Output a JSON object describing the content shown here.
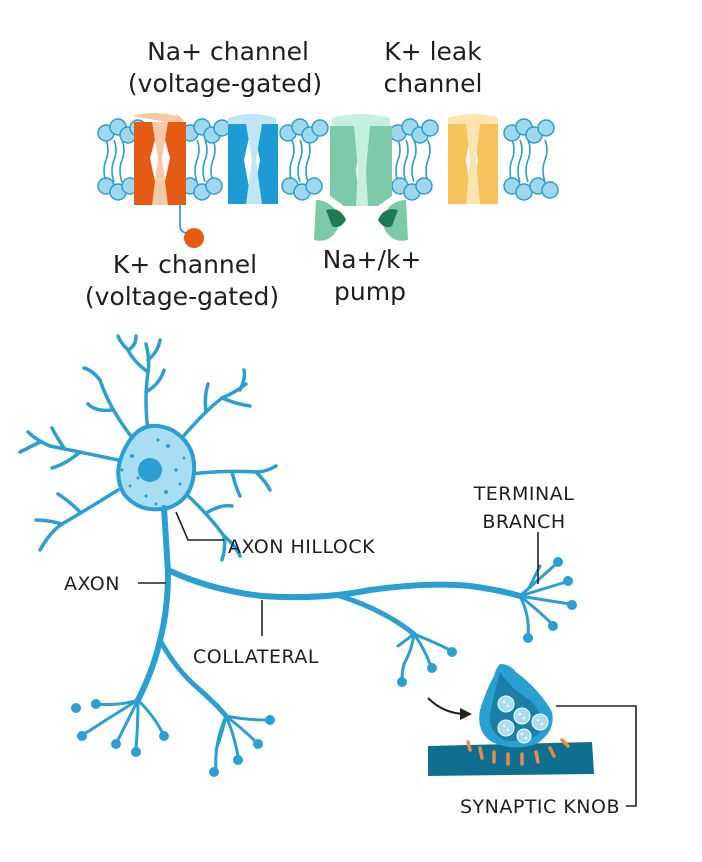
{
  "colors": {
    "neuron": "#2a9fd1",
    "neuron_dark": "#1b7fa8",
    "soma_fill": "#a9ddf2",
    "bead": "#9fd7ef",
    "bead_outline": "#2a9fd1",
    "na_channel": "#e45c14",
    "na_channel_light": "#f6c9a8",
    "k_channel": "#1d9bd4",
    "k_channel_light": "#bfe6f6",
    "pump": "#7dcaa8",
    "pump_light": "#c5f0df",
    "pump_dark": "#1e7a50",
    "leak": "#f5c25b",
    "leak_light": "#fde4b0",
    "receptor": "#e8894a",
    "postsynaptic": "#0f6f8f",
    "text": "#1f1f1f",
    "leader_line": "#222222"
  },
  "membrane": {
    "labels": {
      "na_channel": [
        "Na+ channel",
        "(voltage-gated)"
      ],
      "k_leak": [
        "K+ leak",
        "channel"
      ],
      "k_channel": [
        "K+ channel",
        "(voltage-gated)"
      ],
      "pump": [
        "Na+/k+",
        "pump"
      ]
    }
  },
  "neuron": {
    "labels": {
      "terminal_branch": [
        "TERMINAL",
        "BRANCH"
      ],
      "axon_hillock": "AXON HILLOCK",
      "axon": "AXON",
      "collateral": "COLLATERAL",
      "synaptic_knob": "SYNAPTIC KNOB"
    }
  }
}
